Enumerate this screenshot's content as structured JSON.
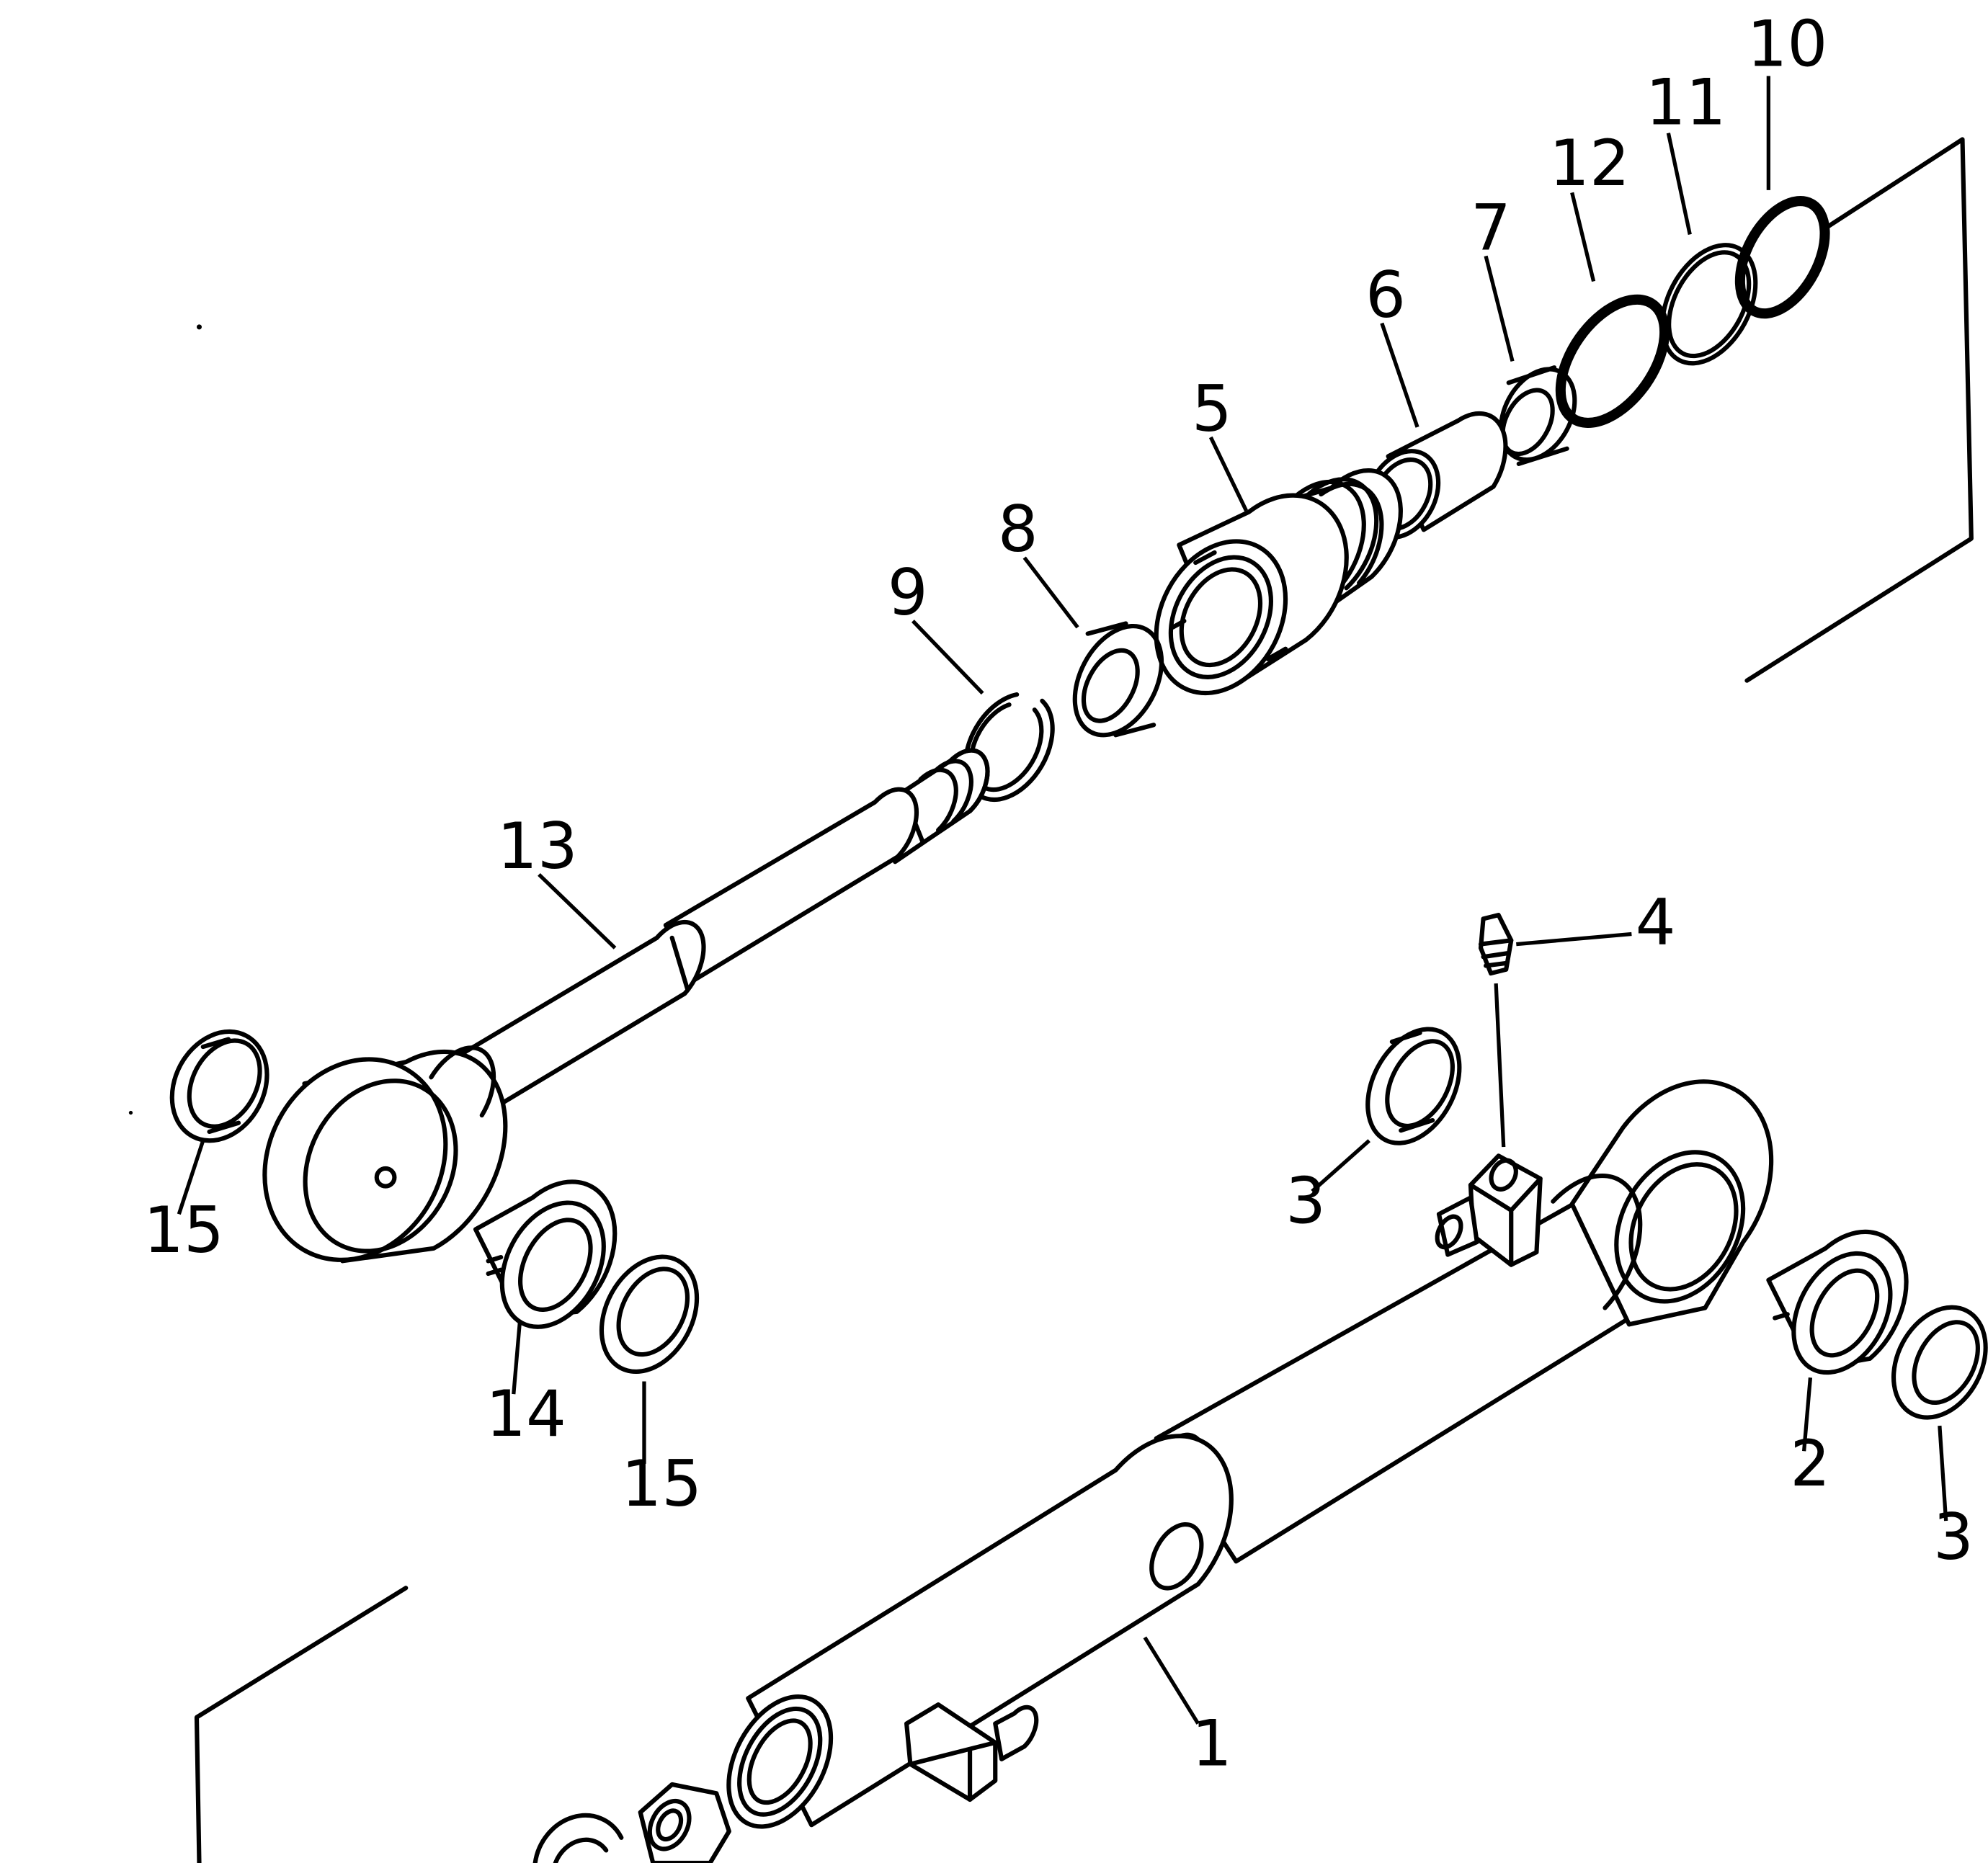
{
  "callouts": [
    {
      "id": "c10",
      "label": "10"
    },
    {
      "id": "c11",
      "label": "11"
    },
    {
      "id": "c12",
      "label": "12"
    },
    {
      "id": "c7",
      "label": "7"
    },
    {
      "id": "c6",
      "label": "6"
    },
    {
      "id": "c5",
      "label": "5"
    },
    {
      "id": "c8",
      "label": "8"
    },
    {
      "id": "c9",
      "label": "9"
    },
    {
      "id": "c13",
      "label": "13"
    },
    {
      "id": "c4",
      "label": "4"
    },
    {
      "id": "c15a",
      "label": "15"
    },
    {
      "id": "c3a",
      "label": "3"
    },
    {
      "id": "c14",
      "label": "14"
    },
    {
      "id": "c15b",
      "label": "15"
    },
    {
      "id": "c2",
      "label": "2"
    },
    {
      "id": "c3b",
      "label": "3"
    },
    {
      "id": "c1",
      "label": "1"
    }
  ]
}
